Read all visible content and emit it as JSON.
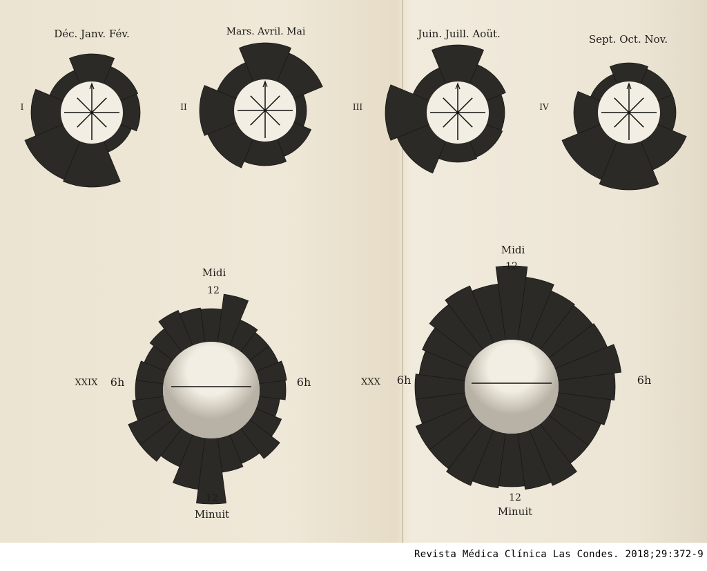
{
  "colors": {
    "ink": "#2b2a27",
    "paper": "#efe8d8",
    "disc": "#f3eee3"
  },
  "seasonal": [
    {
      "numeral": "I",
      "title": "Déc. Janv. Fév.",
      "values": [
        85,
        72,
        70,
        62,
        108,
        105,
        88,
        66
      ]
    },
    {
      "numeral": "II",
      "title": "Mars. Avril. Mai",
      "values": [
        98,
        90,
        60,
        72,
        80,
        90,
        95,
        75
      ]
    },
    {
      "numeral": "III",
      "title": "Juin. Juill. Aoüt.",
      "values": [
        98,
        75,
        68,
        70,
        72,
        95,
        105,
        70
      ]
    },
    {
      "numeral": "IV",
      "title": "Sept. Oct. Nov.",
      "values": [
        72,
        68,
        68,
        90,
        112,
        105,
        80,
        60
      ]
    }
  ],
  "daily": [
    {
      "numeral": "XXIX",
      "top_label": "Midi",
      "top_hour": "12",
      "left_hour": "6h",
      "right_hour": "6h",
      "bottom_hour": "12",
      "bottom_label": "Minuit",
      "values": [
        118,
        140,
        110,
        105,
        105,
        110,
        108,
        100,
        110,
        125,
        115,
        120,
        165,
        145,
        120,
        130,
        130,
        115,
        110,
        110,
        105,
        112,
        125,
        120
      ]
    },
    {
      "numeral": "XXX",
      "top_label": "Midi",
      "top_hour": "12",
      "left_hour": "6h",
      "right_hour": "6h",
      "bottom_hour": "12",
      "bottom_label": "Minuit",
      "values": [
        175,
        160,
        150,
        148,
        150,
        160,
        150,
        145,
        140,
        140,
        155,
        150,
        145,
        148,
        155,
        150,
        150,
        140,
        140,
        135,
        140,
        150,
        158,
        150
      ]
    }
  ],
  "caption": "Revista Médica Clínica Las Condes. 2018;29:372-9"
}
